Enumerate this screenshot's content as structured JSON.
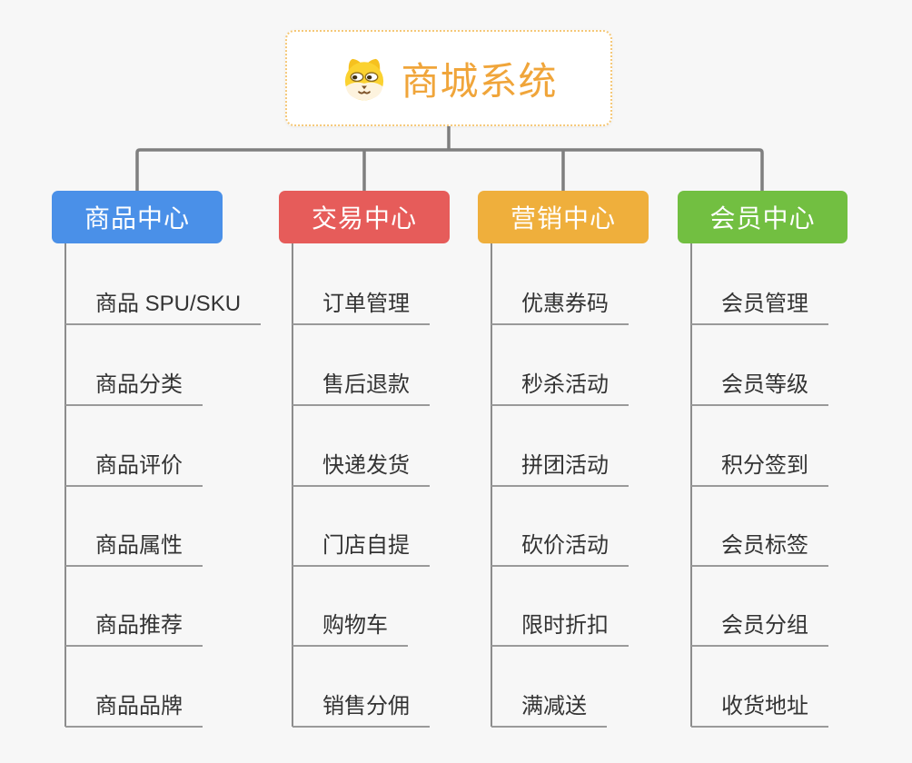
{
  "colors": {
    "background": "#F7F7F7",
    "connector": "#7F7F7F",
    "branch_line": "#8C8C8C",
    "item_underline": "#9A9A9A",
    "item_text": "#333333",
    "branch_text": "#FFFFFF",
    "root_text": "#F0A53A",
    "root_border": "#F5C878",
    "root_bg": "#FFFFFF"
  },
  "root": {
    "title": "商城系统",
    "icon": "dog-face-icon"
  },
  "branches": [
    {
      "label": "商品中心",
      "color": "#4A90E8",
      "items": [
        "商品 SPU/SKU",
        "商品分类",
        "商品评价",
        "商品属性",
        "商品推荐",
        "商品品牌"
      ]
    },
    {
      "label": "交易中心",
      "color": "#E65C5A",
      "items": [
        "订单管理",
        "售后退款",
        "快递发货",
        "门店自提",
        "购物车",
        "销售分佣"
      ]
    },
    {
      "label": "营销中心",
      "color": "#EFAF3C",
      "items": [
        "优惠券码",
        "秒杀活动",
        "拼团活动",
        "砍价活动",
        "限时折扣",
        "满减送"
      ]
    },
    {
      "label": "会员中心",
      "color": "#72BF41",
      "items": [
        "会员管理",
        "会员等级",
        "积分签到",
        "会员标签",
        "会员分组",
        "收货地址"
      ]
    }
  ]
}
